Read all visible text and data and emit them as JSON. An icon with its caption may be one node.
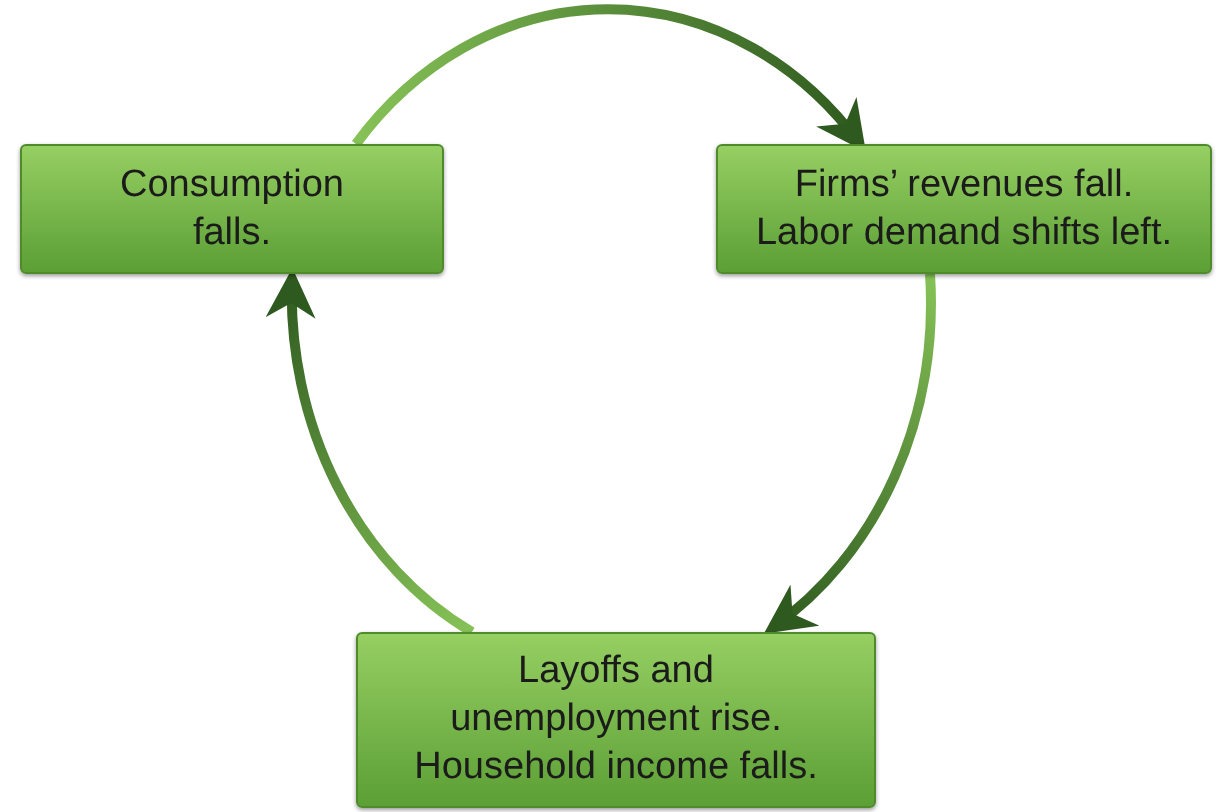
{
  "diagram": {
    "nodes": [
      {
        "text": [
          "Consumption falls."
        ]
      },
      {
        "text": [
          "Firms’ revenues fall.",
          "Labor demand shifts left."
        ]
      },
      {
        "text": [
          "Layoffs and unemployment rise. Household income falls."
        ]
      }
    ],
    "edges": [
      {
        "from": 0,
        "to": 1,
        "arrow": "to"
      },
      {
        "from": 1,
        "to": 2,
        "arrow": "to"
      },
      {
        "from": 2,
        "to": 0,
        "arrow": "to"
      }
    ]
  }
}
